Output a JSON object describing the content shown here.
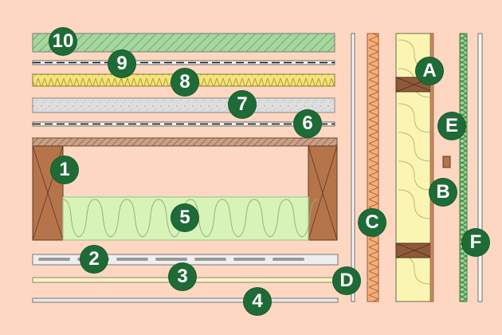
{
  "colors": {
    "background": "#fdd7c1",
    "badge": "#1f6b37",
    "badge_text": "#ffffff",
    "stud_wood": "#b5744a",
    "sheathing_green": "#9fd49a",
    "insulation_yellow": "#f4e37e",
    "insulation_light": "#fbf5c8",
    "batt_green": "#d7f3b8",
    "concrete_grey": "#dcdcdc",
    "siding_orange": "#f2a36a"
  },
  "labels": {
    "l1": "1",
    "l2": "2",
    "l3": "3",
    "l4": "4",
    "l5": "5",
    "l6": "6",
    "l7": "7",
    "l8": "8",
    "l9": "9",
    "l10": "10",
    "lA": "A",
    "lB": "B",
    "lC": "C",
    "lD": "D",
    "lE": "E",
    "lF": "F"
  }
}
